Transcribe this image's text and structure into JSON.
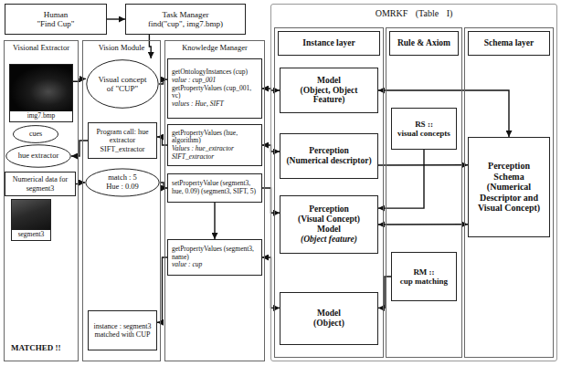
{
  "diagram": {
    "nodes": [
      {
        "text": [
          "Human",
          "\"Find Cup\""
        ]
      },
      {
        "text": [
          "Task Manager",
          "find(\"cup\", img7.bmp)"
        ]
      },
      {
        "text": [
          "OMRKF (Table I)"
        ]
      },
      {
        "text": [
          "Visional Extractor"
        ]
      },
      {
        "text": [
          "Vision Module"
        ]
      },
      {
        "text": [
          "Knowledge Manager"
        ]
      },
      {
        "text": [
          "Instance layer"
        ],
        "in": 2
      },
      {
        "text": [
          "Rule & Axiom"
        ],
        "in": 2
      },
      {
        "text": [
          "Schema layer"
        ],
        "in": 2
      },
      {
        "text": [
          "img7.bmp"
        ],
        "in": 3
      },
      {
        "text": [
          "cues"
        ],
        "in": 3
      },
      {
        "text": [
          "hue extractor"
        ],
        "in": 3
      },
      {
        "text": [
          "Numerical data for segment3"
        ],
        "in": 3
      },
      {
        "text": [
          "segment3"
        ],
        "in": 3
      },
      {
        "text": [
          "Visual concept of \"CUP\""
        ],
        "in": 4
      },
      {
        "text": [
          "Program call: hue extractor SIFT_extractor"
        ],
        "in": 4
      },
      {
        "text": [
          "match : 5",
          "Hue : 0.09"
        ],
        "in": 4
      },
      {
        "text": [
          "instance : segment3 matched with CUP"
        ],
        "in": 4
      },
      {
        "text": [
          "getOntologyInstances (cup)",
          "value : cup_001",
          "getPropertyValues (cup_001, vc)",
          "values : Hue, SIFT"
        ],
        "in": 5
      },
      {
        "text": [
          "getPropertyValues (hue, algorithm)",
          "Values : hue_extractor SIFT_extractor"
        ],
        "in": 5
      },
      {
        "text": [
          "setPropertyValue (segment3, hue, 0.09) (segment3, SIFT, 5)"
        ],
        "in": 5
      },
      {
        "text": [
          "getPropertyValues (segment3, name)",
          "value : cup"
        ],
        "in": 5
      },
      {
        "text": [
          "Model",
          "(Object, Object Feature)"
        ],
        "in": 6
      },
      {
        "text": [
          "Perception",
          "(Numerical descriptor)"
        ],
        "in": 6
      },
      {
        "text": [
          "Perception",
          "(Visual Concept)",
          "Model",
          "(Object feature)"
        ],
        "in": 6
      },
      {
        "text": [
          "Model",
          "(Object)"
        ],
        "in": 6
      },
      {
        "text": [
          "RS ::",
          "visual concepts"
        ],
        "in": 7
      },
      {
        "text": [
          "RM ::",
          "cup matching"
        ],
        "in": 7
      },
      {
        "text": [
          "Perception Schema",
          "(Numerical Descriptor and Visual Concept)"
        ],
        "in": 8
      }
    ],
    "edges": [
      {
        "from": 0,
        "to": 1,
        "arrow": "to"
      },
      {
        "from": 1,
        "to": 14,
        "arrow": "to"
      },
      {
        "from": 9,
        "to": 14,
        "arrow": "to"
      },
      {
        "from": 14,
        "to": 18,
        "arrow": "to"
      },
      {
        "from": 15,
        "to": 11,
        "arrow": "to"
      },
      {
        "from": 19,
        "to": 15,
        "arrow": "to"
      },
      {
        "from": 12,
        "to": 16,
        "arrow": "to"
      },
      {
        "from": 16,
        "to": 20,
        "arrow": "to"
      },
      {
        "from": 20,
        "to": 21,
        "arrow": "to"
      },
      {
        "from": 21,
        "to": 17,
        "arrow": "to"
      },
      {
        "from": 18,
        "to": 22,
        "arrow": "both"
      },
      {
        "from": 19,
        "to": 23,
        "arrow": "both"
      },
      {
        "from": 20,
        "to": 24,
        "arrow": "to"
      },
      {
        "from": 21,
        "to": 25,
        "arrow": "both"
      },
      {
        "from": 22,
        "to": 28,
        "arrow": "both"
      },
      {
        "from": 23,
        "to": 28,
        "arrow": "to"
      },
      {
        "from": 24,
        "to": 28,
        "arrow": "both"
      },
      {
        "from": 26,
        "to": 24,
        "arrow": "to"
      },
      {
        "from": 27,
        "to": 25,
        "arrow": "to"
      }
    ],
    "labels": [
      "MATCHED !!"
    ]
  }
}
